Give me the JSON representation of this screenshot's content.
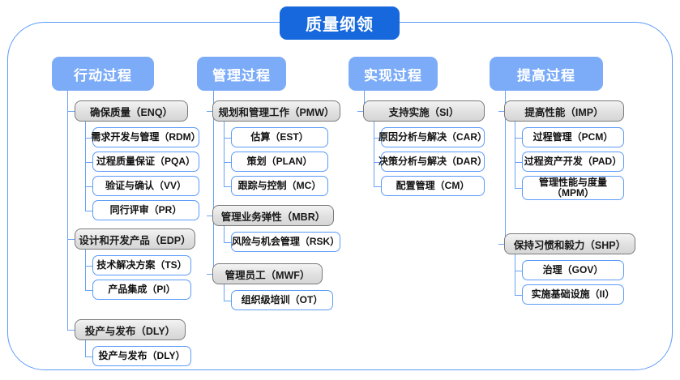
{
  "diagram": {
    "type": "org-tree",
    "root": {
      "label": "质量纲领"
    },
    "colors": {
      "root_fill": "#1668dc",
      "category_fill": "#7cacf8",
      "group_border": "#7a7a7a",
      "leaf_border": "#5b9bf8",
      "connector": "#6ba3f5",
      "frame_border": "#5b9bf8"
    },
    "columns": [
      {
        "id": "action",
        "label": "行动过程",
        "groups": [
          {
            "label": "确保质量（ENQ）",
            "items": [
              {
                "label": "需求开发与管理（RDM）"
              },
              {
                "label": "过程质量保证（PQA）"
              },
              {
                "label": "验证与确认（VV）"
              },
              {
                "label": "同行评审（PR）"
              }
            ]
          },
          {
            "label": "设计和开发产品（EDP）",
            "items": [
              {
                "label": "技术解决方案（TS）"
              },
              {
                "label": "产品集成（PI）"
              }
            ]
          },
          {
            "label": "投产与发布（DLY）",
            "items": [
              {
                "label": "投产与发布（DLY）"
              }
            ]
          }
        ]
      },
      {
        "id": "management",
        "label": "管理过程",
        "groups": [
          {
            "label": "规划和管理工作（PMW）",
            "items": [
              {
                "label": "估算（EST）"
              },
              {
                "label": "策划（PLAN）"
              },
              {
                "label": "跟踪与控制（MC）"
              }
            ]
          },
          {
            "label": "管理业务弹性（MBR）",
            "items": [
              {
                "label": "风险与机会管理（RSK）"
              }
            ]
          },
          {
            "label": "管理员工（MWF）",
            "items": [
              {
                "label": "组织级培训（OT）"
              }
            ]
          }
        ]
      },
      {
        "id": "realization",
        "label": "实现过程",
        "groups": [
          {
            "label": "支持实施（SI）",
            "items": [
              {
                "label": "原因分析与解决（CAR）"
              },
              {
                "label": "决策分析与解决（DAR）"
              },
              {
                "label": "配置管理（CM）"
              }
            ]
          }
        ]
      },
      {
        "id": "improvement",
        "label": "提高过程",
        "groups": [
          {
            "label": "提高性能（IMP）",
            "items": [
              {
                "label": "过程管理（PCM）"
              },
              {
                "label": "过程资产开发（PAD）"
              },
              {
                "label": "管理性能与度量\n（MPM）"
              }
            ]
          },
          {
            "label": "保持习惯和毅力（SHP）",
            "items": [
              {
                "label": "治理（GOV）"
              },
              {
                "label": "实施基础设施（II）"
              }
            ]
          }
        ]
      }
    ]
  }
}
